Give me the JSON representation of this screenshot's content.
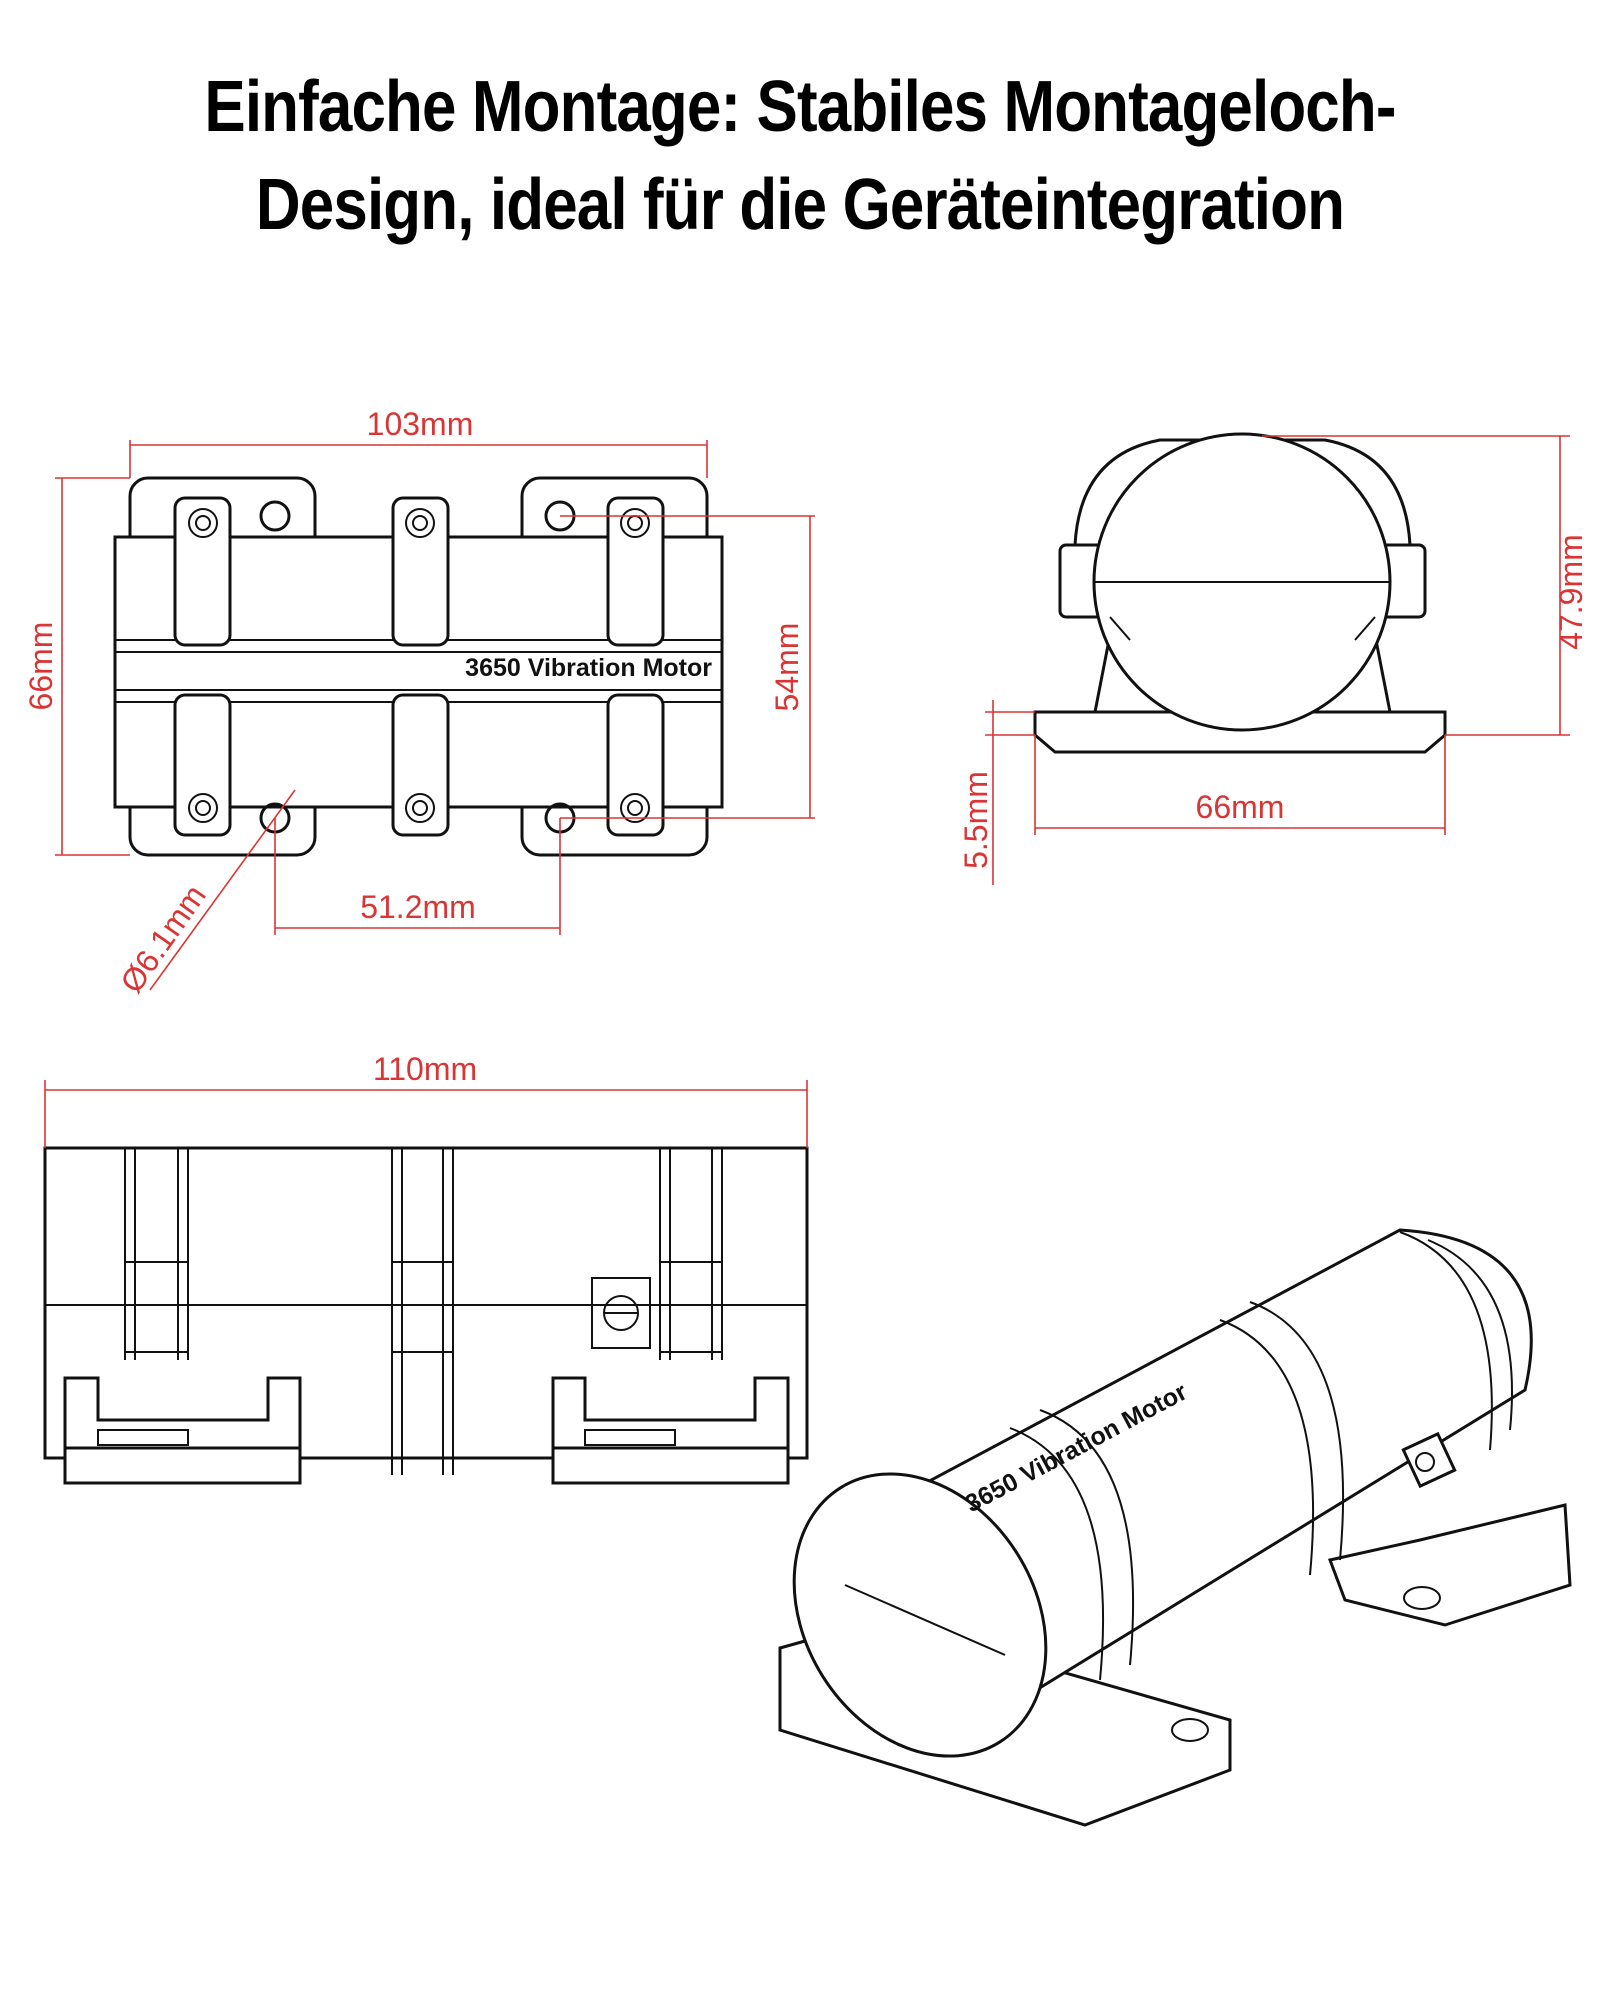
{
  "title": {
    "line1": "Einfache Montage: Stabiles Montageloch-",
    "line2": "Design, ideal für die Geräteintegration"
  },
  "top_view": {
    "width_dim": "103mm",
    "height_dim": "66mm",
    "inner_dim": "54mm",
    "hole_dim": "Ø6.1mm",
    "hole_spacing_dim": "51.2mm",
    "label": "3650 Vibration Motor"
  },
  "end_view": {
    "height_dim": "47.9mm",
    "base_dim": "66mm",
    "foot_dim": "5.5mm"
  },
  "side_view": {
    "length_dim": "110mm"
  },
  "iso_view": {
    "label": "3650 Vibration Motor"
  },
  "colors": {
    "dimension": "#d93535",
    "outline": "#111111",
    "background": "#ffffff"
  }
}
